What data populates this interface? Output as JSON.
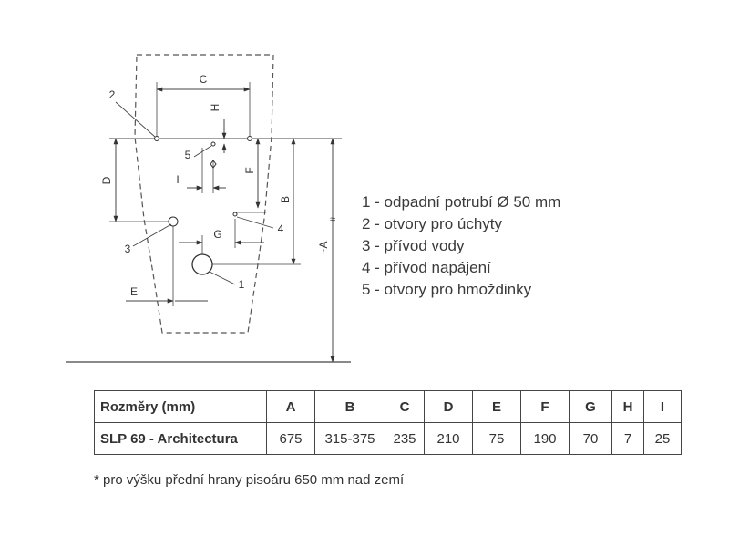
{
  "drawing": {
    "dimension_letters": {
      "A": "~A",
      "B": "B",
      "C": "C",
      "D": "D",
      "E": "E",
      "F": "F",
      "G": "G",
      "H": "H",
      "I": "I"
    },
    "callouts": [
      "1",
      "2",
      "3",
      "4",
      "5"
    ],
    "approx_symbol": "≈"
  },
  "legend": [
    "1 - odpadní potrubí Ø 50 mm",
    "2 - otvory pro úchyty",
    "3 - přívod vody",
    "4 - přívod napájení",
    "5 - otvory pro hmoždinky"
  ],
  "table": {
    "headers": [
      "Rozměry (mm)",
      "A",
      "B",
      "C",
      "D",
      "E",
      "F",
      "G",
      "H",
      "I"
    ],
    "rows": [
      [
        "SLP 69 - Architectura",
        "675",
        "315-375",
        "235",
        "210",
        "75",
        "190",
        "70",
        "7",
        "25"
      ]
    ]
  },
  "footnote": "* pro výšku přední hrany pisoáru 650 mm nad zemí"
}
